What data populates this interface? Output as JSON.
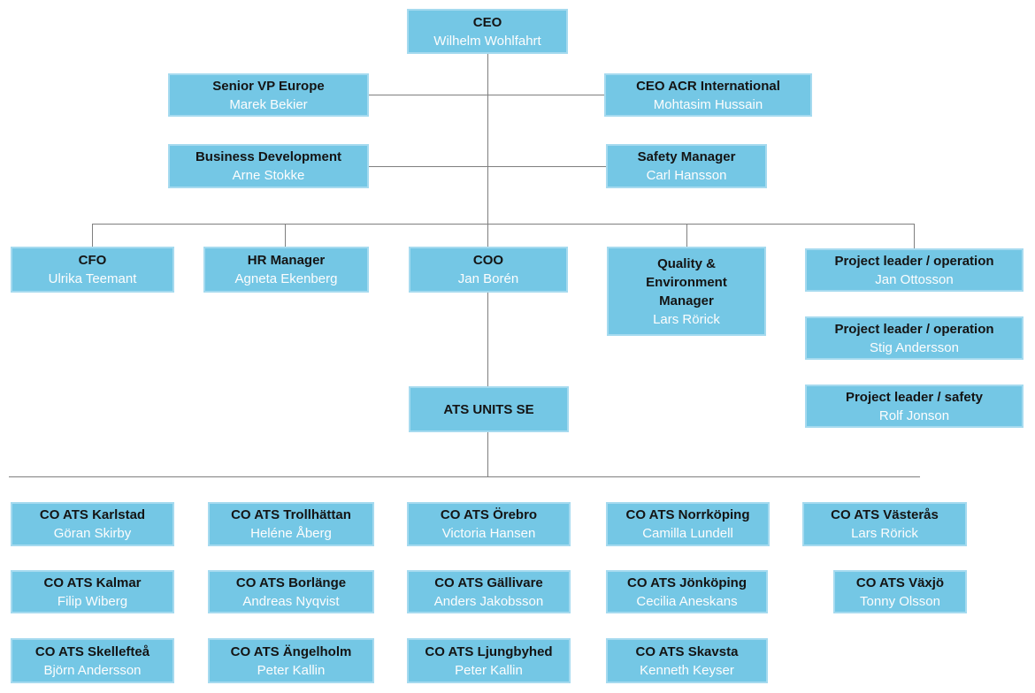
{
  "colors": {
    "box_fill": "#74c7e5",
    "box_border": "#a5daef",
    "title_text": "#141414",
    "name_text": "#ffffff",
    "connector": "#7f7f7f",
    "background": "#ffffff"
  },
  "nodes": {
    "ceo": {
      "title": "CEO",
      "name": "Wilhelm Wohlfahrt"
    },
    "svp": {
      "title": "Senior VP Europe",
      "name": "Marek Bekier"
    },
    "acr": {
      "title": "CEO ACR International",
      "name": "Mohtasim Hussain"
    },
    "bizdev": {
      "title": "Business Development",
      "name": "Arne Stokke"
    },
    "safety": {
      "title": "Safety Manager",
      "name": "Carl Hansson"
    },
    "cfo": {
      "title": "CFO",
      "name": "Ulrika Teemant"
    },
    "hr": {
      "title": "HR Manager",
      "name": "Agneta Ekenberg"
    },
    "coo": {
      "title": "COO",
      "name": "Jan Borén"
    },
    "quality": {
      "title": "Quality &\nEnvironment\nManager",
      "name": "Lars Rörick"
    },
    "pl-op1": {
      "title": "Project leader / operation",
      "name": "Jan Ottosson"
    },
    "pl-op2": {
      "title": "Project leader / operation",
      "name": "Stig Andersson"
    },
    "pl-safety": {
      "title": "Project leader / safety",
      "name": "Rolf Jonson"
    },
    "ats": {
      "title": "ATS UNITS SE"
    },
    "karlstad": {
      "title": "CO ATS Karlstad",
      "name": "Göran Skirby"
    },
    "trollhattan": {
      "title": "CO ATS Trollhättan",
      "name": "Heléne Åberg"
    },
    "orebro": {
      "title": "CO ATS Örebro",
      "name": "Victoria Hansen"
    },
    "norrkoping": {
      "title": "CO ATS Norrköping",
      "name": "Camilla Lundell"
    },
    "vasteras": {
      "title": "CO ATS Västerås",
      "name": "Lars Rörick"
    },
    "kalmar": {
      "title": "CO ATS Kalmar",
      "name": "Filip Wiberg"
    },
    "borlange": {
      "title": "CO ATS Borlänge",
      "name": "Andreas Nyqvist"
    },
    "gallivare": {
      "title": "CO ATS Gällivare",
      "name": "Anders Jakobsson"
    },
    "jonkoping": {
      "title": "CO ATS Jönköping",
      "name": "Cecilia Aneskans"
    },
    "vaxjo": {
      "title": "CO ATS Växjö",
      "name": "Tonny Olsson"
    },
    "skelleftea": {
      "title": "CO ATS Skellefteå",
      "name": "Björn Andersson"
    },
    "angelholm": {
      "title": "CO ATS Ängelholm",
      "name": "Peter Kallin"
    },
    "ljungbyhed": {
      "title": "CO ATS Ljungbyhed",
      "name": "Peter Kallin"
    },
    "skavsta": {
      "title": "CO ATS Skavsta",
      "name": "Kenneth Keyser"
    }
  }
}
